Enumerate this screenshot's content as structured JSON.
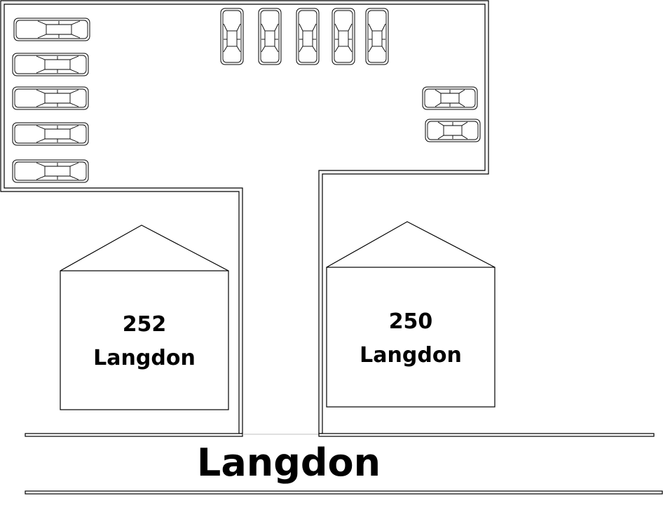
{
  "houses": {
    "left": {
      "number": "252",
      "street": "Langdon"
    },
    "right": {
      "number": "250",
      "street": "Langdon"
    }
  },
  "street": {
    "name": "Langdon"
  },
  "icons": {
    "parked_car": "car-icon",
    "house_roof": "roof-icon"
  }
}
